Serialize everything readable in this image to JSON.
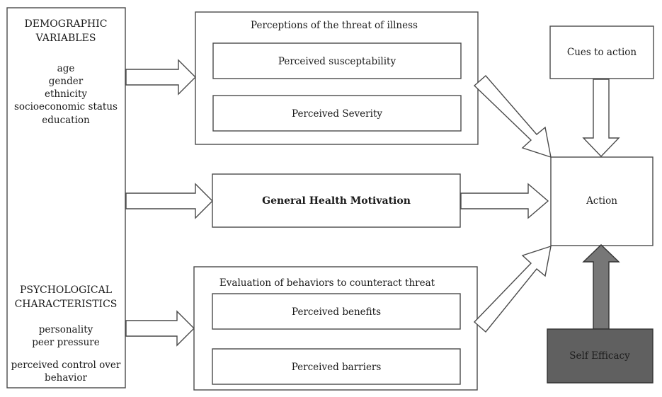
{
  "demographic": {
    "heading": [
      "DEMOGRAPHIC",
      "VARIABLES"
    ],
    "items": [
      "age",
      "gender",
      "ethnicity",
      "socioeconomic status",
      "education"
    ]
  },
  "psychological": {
    "heading": [
      "PSYCHOLOGICAL",
      "CHARACTERISTICS"
    ],
    "items": [
      "personality",
      "peer pressure"
    ],
    "items2": [
      "perceived control over",
      "behavior"
    ]
  },
  "threat": {
    "title": "Perceptions of the threat of illness",
    "susceptibility": "Perceived susceptability",
    "severity": "Perceived Severity"
  },
  "motivation": {
    "label": "General Health Motivation"
  },
  "evaluation": {
    "title": "Evaluation of behaviors to counteract threat",
    "benefits": "Perceived benefits",
    "barriers": "Perceived barriers"
  },
  "cues": {
    "label": "Cues to action"
  },
  "action": {
    "label": "Action"
  },
  "efficacy": {
    "label": "Self Efficacy"
  },
  "colors": {
    "line": "#4a4a4a",
    "dark_box": "#606060",
    "dark_arrow": "#777777"
  }
}
